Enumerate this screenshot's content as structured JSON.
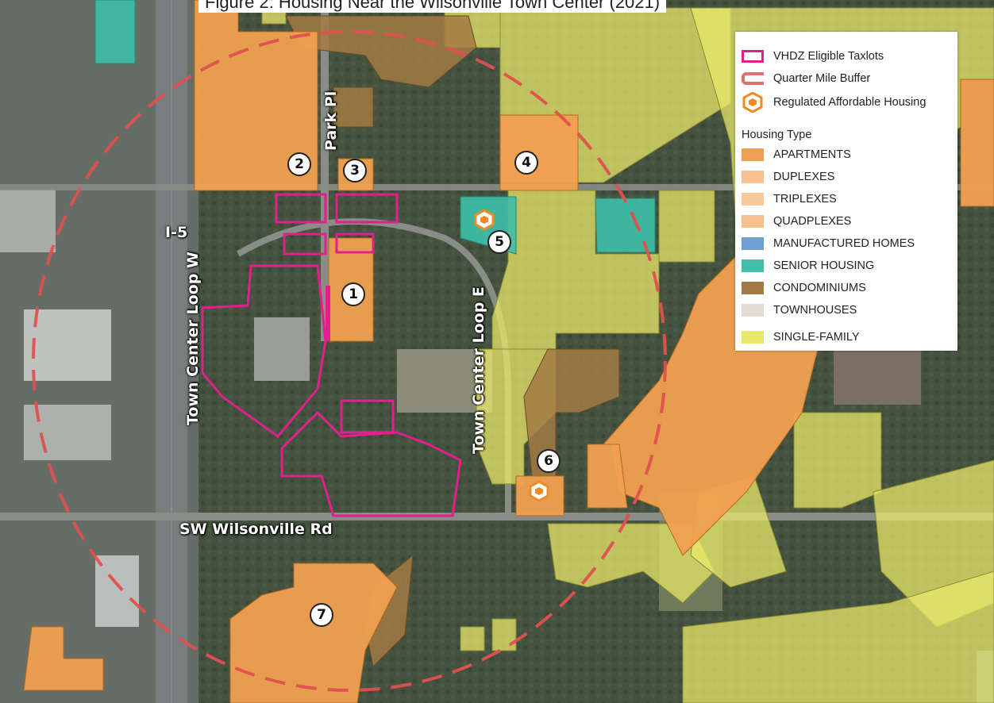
{
  "map": {
    "caption": "Figure 2: Housing Near the Wilsonville Town Center (2021)",
    "streets": {
      "park_pl": "Park Pl",
      "i5": "I-5",
      "town_center_loop_w": "Town Center Loop W",
      "town_center_loop_e": "Town Center Loop E",
      "sw_wilsonville_rd": "SW Wilsonville Rd"
    },
    "markers": [
      "1",
      "2",
      "3",
      "4",
      "5",
      "6",
      "7"
    ]
  },
  "legend": {
    "items": [
      {
        "label": "VHDZ Eligible Taxlots",
        "color": "#e0208c",
        "style": "outline"
      },
      {
        "label": "Quarter Mile Buffer",
        "color": "#e07070",
        "style": "dashed"
      },
      {
        "label": "Regulated Affordable Housing",
        "color": "#f08a24",
        "style": "hexagon"
      }
    ],
    "heading": "Housing Type",
    "types": [
      {
        "label": "APARTMENTS",
        "color": "#f0a050"
      },
      {
        "label": "DUPLEXES",
        "color": "#f7c290"
      },
      {
        "label": "TRIPLEXES",
        "color": "#f9c99a"
      },
      {
        "label": "QUADPLEXES",
        "color": "#f6c090"
      },
      {
        "label": "MANUFACTURED HOMES",
        "color": "#6f9fd0"
      },
      {
        "label": "SENIOR HOUSING",
        "color": "#3fbfa8"
      },
      {
        "label": "CONDOMINIUMS",
        "color": "#a27a44"
      },
      {
        "label": "TOWNHOUSES",
        "color": "#e4dcd2"
      },
      {
        "label": "SINGLE-FAMILY",
        "color": "#e8e86a"
      }
    ]
  }
}
